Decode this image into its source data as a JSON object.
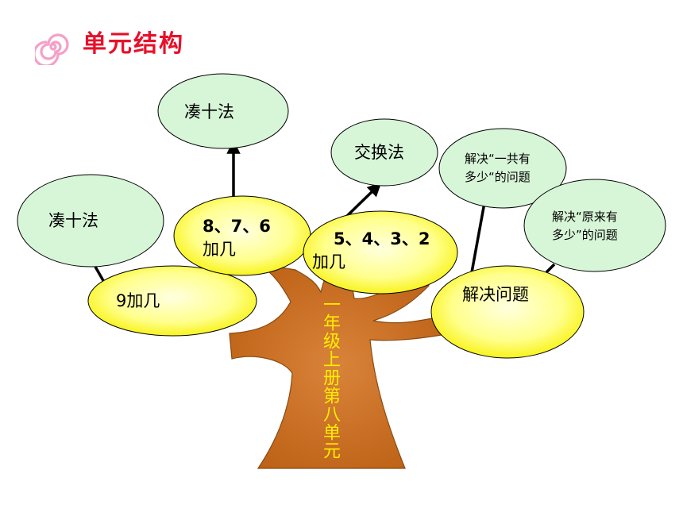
{
  "header": {
    "title": "单元结构",
    "icon": "spiral-icon"
  },
  "trunk": {
    "label": "一年级上册第八单元"
  },
  "nodes": {
    "nine": "9加几",
    "eight_seven_six_line1": "8、7、6",
    "eight_seven_six_line2": "加几",
    "five_to_two_line1": "5、4、3、2",
    "five_to_two_line2": "加几",
    "problem_solving": "解决问题"
  },
  "leaves": {
    "left_method": "凑十法",
    "top_method": "凑十法",
    "exchange_method": "交换法",
    "total_line1": "解决“一共有",
    "total_line2": "多少“的问题",
    "original_line1": "解决“原来有",
    "original_line2": "多少”的问题"
  },
  "colors": {
    "title": "#e8102a",
    "trunk": "#c06414",
    "trunk_label": "#ffee00",
    "yellow_node": "#ffff8c",
    "green_leaf": "#d7f5d7"
  }
}
